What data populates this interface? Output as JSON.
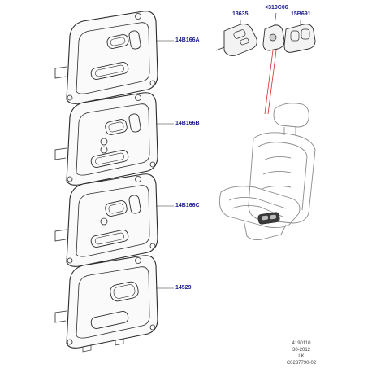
{
  "callouts": {
    "panel1": "14B166A",
    "panel2": "14B166B",
    "panel3": "14B166C",
    "panel4": "14529",
    "switch_left": "13635",
    "switch_mid": "<310C06",
    "switch_right": "15B691"
  },
  "info_block": {
    "line1": "4190110",
    "line2": "30-2012",
    "line3": "LK",
    "line4": "C0237790-02"
  },
  "colors": {
    "line": "#2b2b2b",
    "callout_text": "#1a1a8c",
    "leader_red": "#d42a2a"
  }
}
